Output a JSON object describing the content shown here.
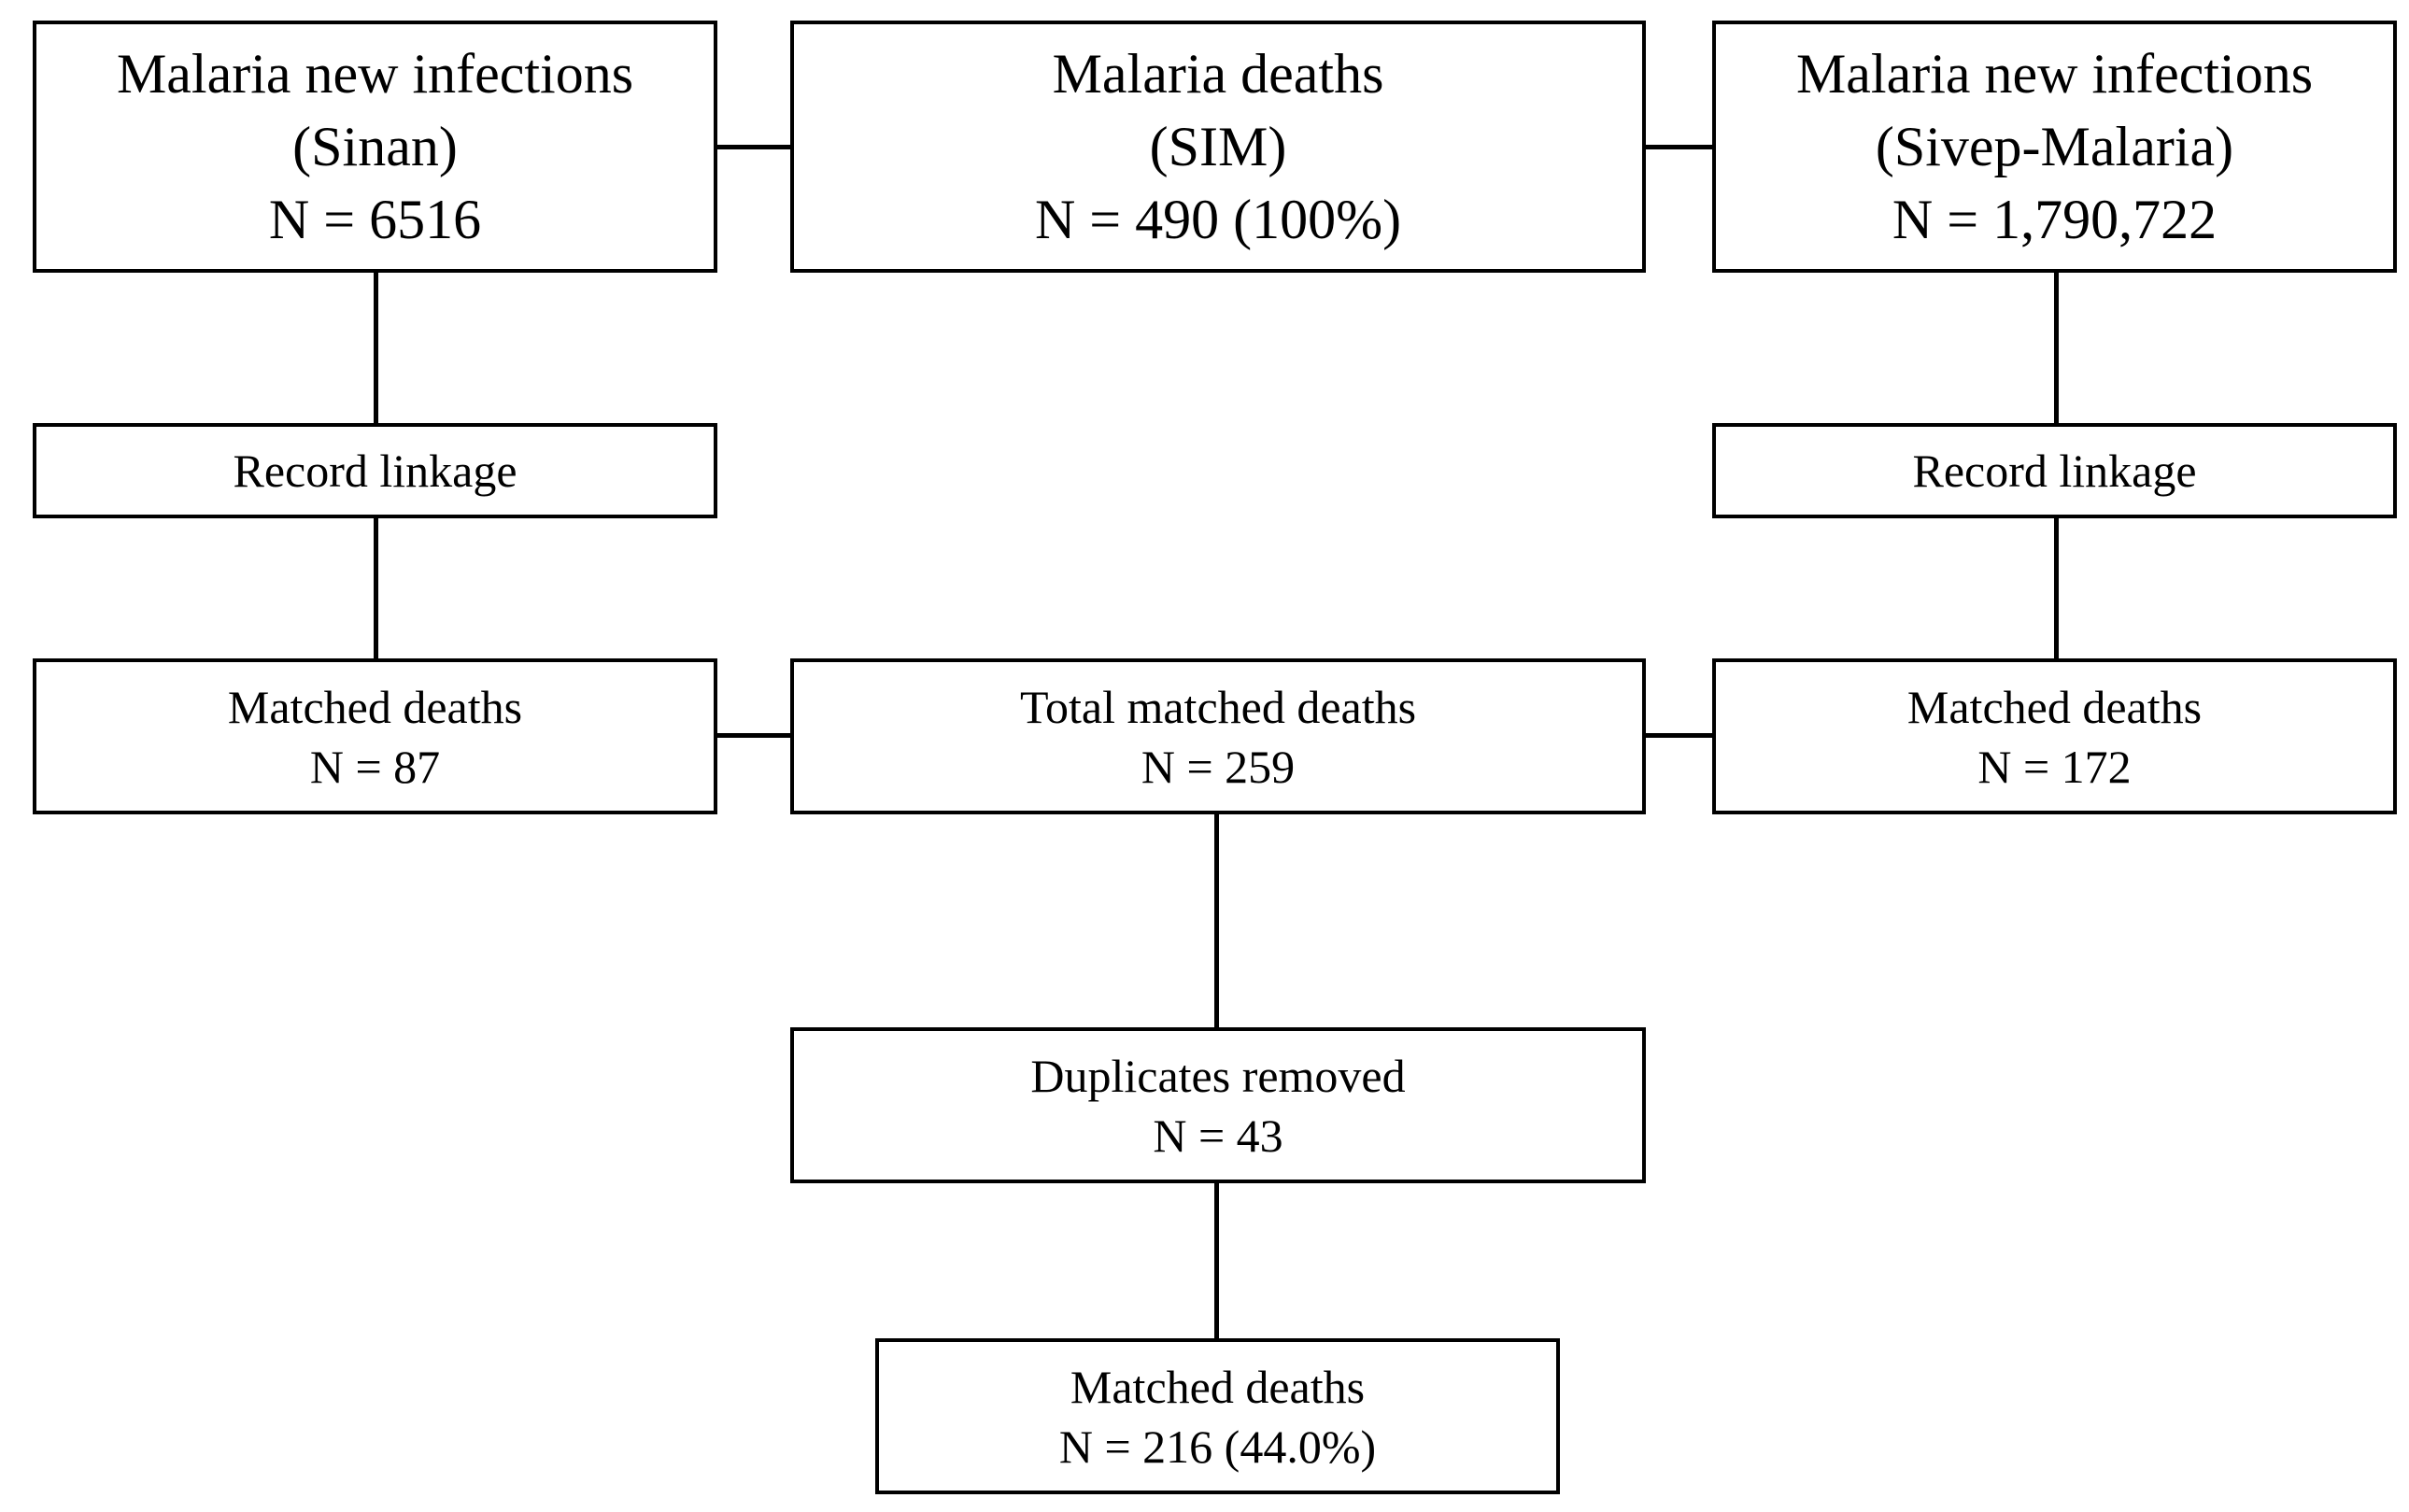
{
  "nodes": {
    "sinan": {
      "title": "Malaria new infections",
      "subtitle": "(Sinan)",
      "count": "N = 6516"
    },
    "sim": {
      "title": "Malaria deaths",
      "subtitle": "(SIM)",
      "count": "N = 490 (100%)"
    },
    "sivep": {
      "title": "Malaria new infections",
      "subtitle": "(Sivep-Malaria)",
      "count": "N = 1,790,722"
    },
    "linkage_left": {
      "label": "Record linkage"
    },
    "linkage_right": {
      "label": "Record linkage"
    },
    "matched_left": {
      "title": "Matched deaths",
      "count": "N = 87"
    },
    "total_matched": {
      "title": "Total matched deaths",
      "count": "N = 259"
    },
    "matched_right": {
      "title": "Matched deaths",
      "count": "N = 172"
    },
    "duplicates": {
      "title": "Duplicates removed",
      "count": "N = 43"
    },
    "final": {
      "title": "Matched deaths",
      "count": "N = 216 (44.0%)"
    }
  }
}
